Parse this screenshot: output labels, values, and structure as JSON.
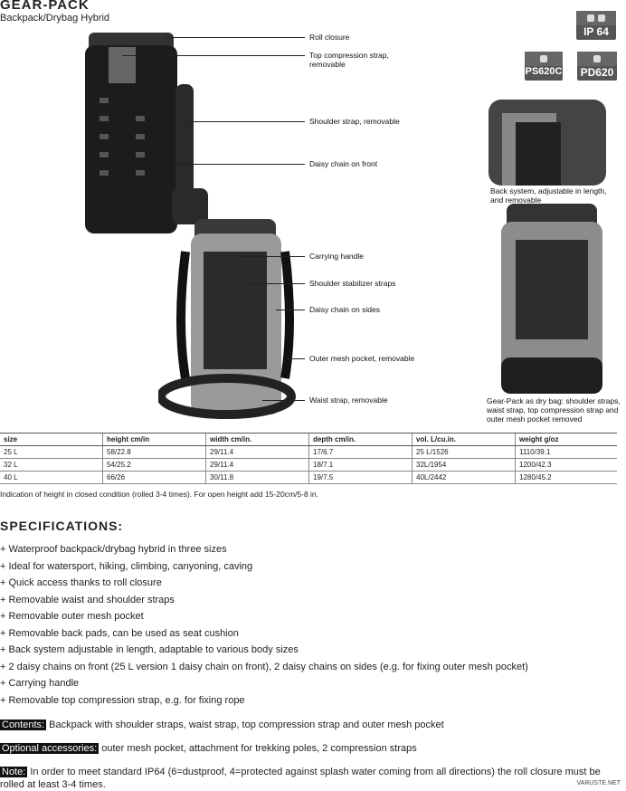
{
  "header": {
    "title": "GEAR-PACK",
    "subtitle": "Backpack/Drybag Hybrid"
  },
  "badges": {
    "ip": "IP 64",
    "ps": "PS620C",
    "pd": "PD620"
  },
  "callouts": {
    "roll": "Roll closure",
    "topstrap": "Top compression strap, removable",
    "shoulder": "Shoulder strap, removable",
    "daisy_front": "Daisy chain on front",
    "handle": "Carrying handle",
    "stabilizer": "Shoulder stabilizer straps",
    "daisy_sides": "Daisy chain on sides",
    "mesh": "Outer mesh pocket, removable",
    "waist": "Waist strap, removable",
    "back": "Back system, adjustable in length, and removable",
    "drybag": "Gear-Pack as dry bag: shoulder straps, waist strap, top compression strap and outer mesh pocket removed"
  },
  "table": {
    "headers": [
      "size",
      "height cm/in",
      "width cm/in.",
      "depth cm/in.",
      "vol. L/cu.in.",
      "weight g/oz"
    ],
    "rows": [
      [
        "25 L",
        "58/22.8",
        "29/11.4",
        "17/6.7",
        "25 L/1526",
        "1110/39.1"
      ],
      [
        "32 L",
        "54/25.2",
        "29/11.4",
        "18/7.1",
        "32L/1954",
        "1200/42.3"
      ],
      [
        "40 L",
        "66/26",
        "30/11.8",
        "19/7.5",
        "40L/2442",
        "1280/45.2"
      ]
    ],
    "note": "Indication of height in closed condition (rolled 3-4 times). For open height add 15-20cm/5-8 in."
  },
  "specs": {
    "heading": "SPECIFICATIONS:",
    "items": [
      "+ Waterproof backpack/drybag hybrid in three sizes",
      "+ Ideal for watersport, hiking, climbing, canyoning, caving",
      "+ Quick access thanks to roll closure",
      "+ Removable waist and shoulder straps",
      "+ Removable outer mesh pocket",
      "+ Removable back pads, can be used as seat cushion",
      "+ Back system adjustable in length, adaptable to various body sizes",
      "+ 2 daisy chains on front (25 L version 1 daisy chain on front), 2 daisy chains on sides (e.g. for fixing outer mesh pocket)",
      "+ Carrying handle",
      "+ Removable top compression strap, e.g. for fixing rope"
    ],
    "contents_label": "Contents:",
    "contents": " Backpack with shoulder straps, waist strap, top compression strap and outer mesh pocket",
    "optional_label": "Optional accessories:",
    "optional": " outer mesh pocket, attachment for trekking poles, 2 compression straps",
    "note_label": "Note:",
    "note": " In order to meet standard IP64 (6=dustproof, 4=protected against splash water coming from all directions) the roll closure must be rolled at least 3-4 times."
  },
  "footer": "VARUSTE.NET"
}
